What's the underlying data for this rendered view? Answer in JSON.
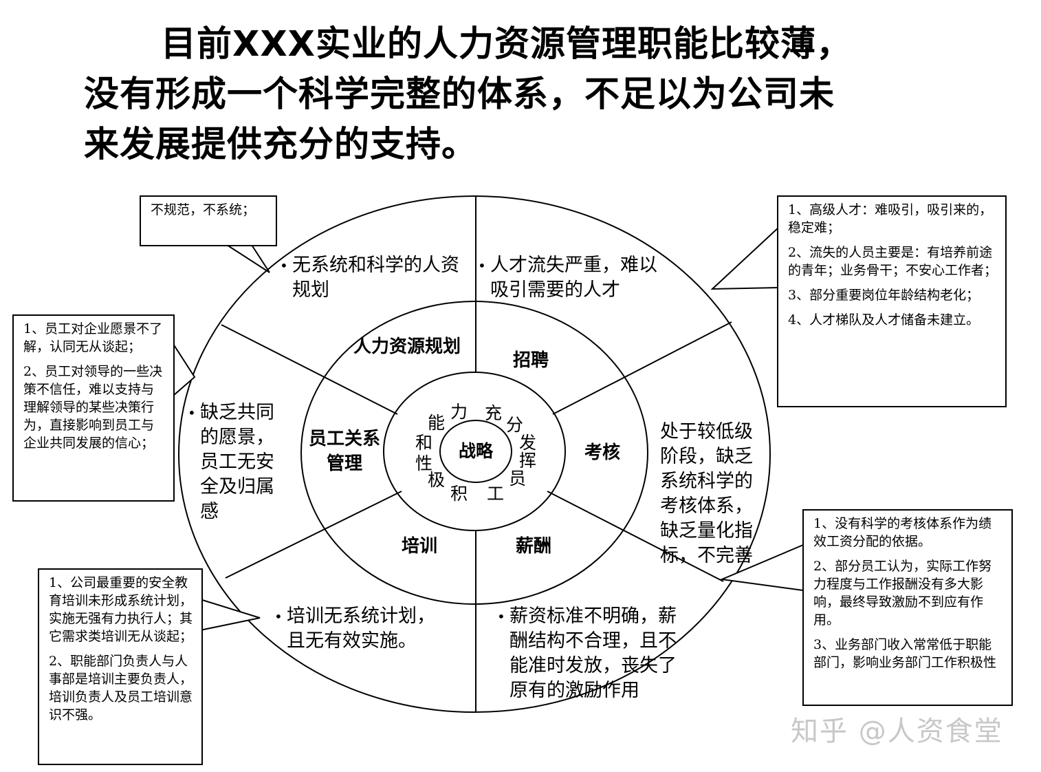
{
  "title": {
    "line1": "目前XXX实业的人力资源管理职能比较薄，",
    "line2": "没有形成一个科学完整的体系，不足以为公司未",
    "line3": "来发展提供充分的支持。"
  },
  "center": {
    "label": "战略"
  },
  "inner_ring_chars": {
    "left": [
      "力",
      "能",
      "和",
      "性",
      "极",
      "积"
    ],
    "right": [
      "充",
      "分",
      "发",
      "挥",
      "员",
      "工"
    ]
  },
  "segments": {
    "planning": "人力资源规划",
    "recruitment": "招聘",
    "assessment": "考核",
    "compensation": "薪酬",
    "training": "培训",
    "relations": "员工关系管理"
  },
  "issues": {
    "planning": "无系统和科学的人资规划",
    "recruitment": "人才流失严重，难以吸引需要的人才",
    "assessment": "处于较低级阶段，缺乏系统科学的考核体系，缺乏量化指标，不完善",
    "compensation": "薪资标准不明确，薪酬结构不合理，且不能准时发放，丧失了原有的激励作用",
    "training": "培训无系统计划，且无有效实施。",
    "relations": "缺乏共同的愿景，员工无安全及归属感"
  },
  "callouts": {
    "planning": [
      "不规范，不系统；"
    ],
    "recruitment": [
      "1、高级人才：难吸引，吸引来的，稳定难；",
      "2、流失的人员主要是：有培养前途的青年；业务骨干；不安心工作者；",
      "3、部分重要岗位年龄结构老化；",
      "4、人才梯队及人才储备未建立。"
    ],
    "relations": [
      "1、员工对企业愿景不了解，认同无从谈起；",
      "2、员工对领导的一些决策不信任，难以支持与理解领导的某些决策行为，直接影响到员工与企业共同发展的信心；"
    ],
    "assessment": [
      "1、没有科学的考核体系作为绩效工资分配的依据。",
      "2、部分员工认为，实际工作努力程度与工作报酬没有多大影响，最终导致激励不到应有作用。",
      "3、业务部门收入常常低于职能部门，影响业务部门工作积极性"
    ],
    "training": [
      "1、公司最重要的安全教育培训未形成系统计划，实施无强有力执行人；其它需求类培训无从谈起；",
      "2、职能部门负责人与人事部是培训主要负责人，培训负责人及员工培训意识不强。"
    ]
  },
  "watermark": "知乎 @人资食堂"
}
